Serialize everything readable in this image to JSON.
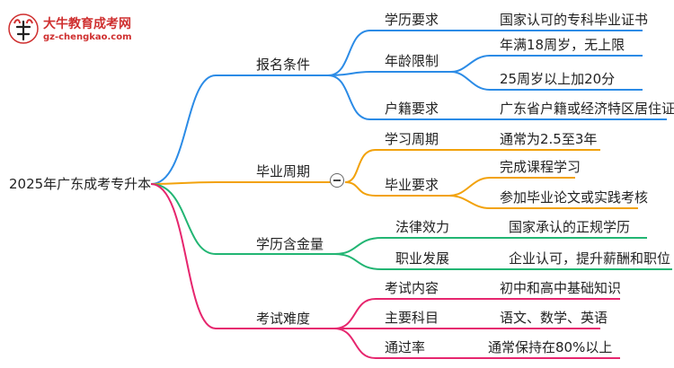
{
  "logo": {
    "title": "大牛教育成考网",
    "url": "gz-chengkao.com"
  },
  "root": "2025年广东成考专升本",
  "colors": {
    "blue": "#2b8be6",
    "orange": "#f2a20c",
    "green": "#22b573",
    "pink": "#e6266e"
  },
  "branches": [
    {
      "label": "报名条件",
      "children": [
        {
          "label": "学历要求",
          "leaves": [
            "国家认可的专科毕业证书"
          ]
        },
        {
          "label": "年龄限制",
          "leaves": [
            "年满18周岁，无上限",
            "25周岁以上加20分"
          ]
        },
        {
          "label": "户籍要求",
          "leaves": [
            "广东省户籍或经济特区居住证"
          ]
        }
      ]
    },
    {
      "label": "毕业周期",
      "children": [
        {
          "label": "学习周期",
          "leaves": [
            "通常为2.5至3年"
          ]
        },
        {
          "label": "毕业要求",
          "leaves": [
            "完成课程学习",
            "参加毕业论文或实践考核"
          ]
        }
      ]
    },
    {
      "label": "学历含金量",
      "children": [
        {
          "label": "法律效力",
          "leaves": [
            "国家承认的正规学历"
          ]
        },
        {
          "label": "职业发展",
          "leaves": [
            "企业认可，提升薪酬和职位"
          ]
        }
      ]
    },
    {
      "label": "考试难度",
      "children": [
        {
          "label": "考试内容",
          "leaves": [
            "初中和高中基础知识"
          ]
        },
        {
          "label": "主要科目",
          "leaves": [
            "语文、数学、英语"
          ]
        },
        {
          "label": "通过率",
          "leaves": [
            "通常保持在80%以上"
          ]
        }
      ]
    }
  ]
}
